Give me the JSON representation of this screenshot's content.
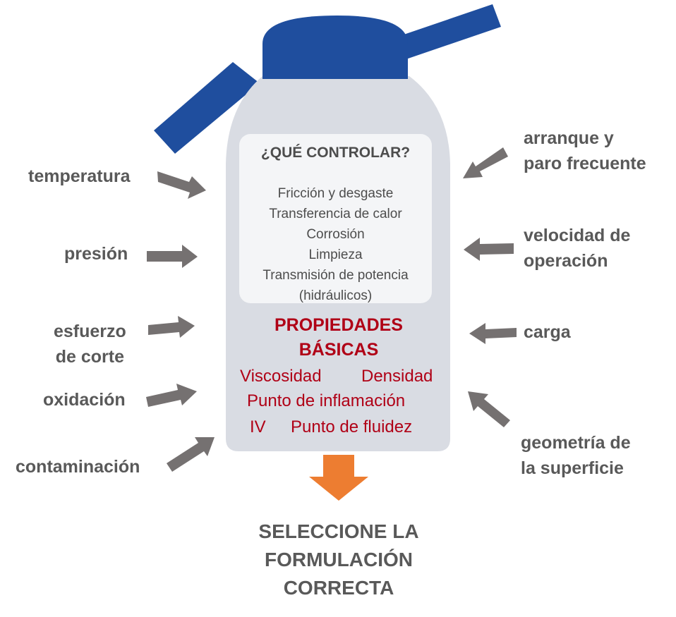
{
  "panel": {
    "title": "¿QUÉ CONTROLAR?",
    "items": [
      "Fricción y desgaste",
      "Transferencia de calor",
      "Corrosión",
      "Limpieza",
      "Transmisión de potencia",
      "(hidráulicos)"
    ]
  },
  "properties": {
    "title_line1": "PROPIEDADES",
    "title_line2": "BÁSICAS",
    "viscosity": "Viscosidad",
    "density": "Densidad",
    "flash_point": "Punto de inflamación",
    "vi": "IV",
    "pour_point": "Punto de fluidez"
  },
  "left_factors": {
    "temperature": "temperatura",
    "pressure": "presión",
    "shear_line1": "esfuerzo",
    "shear_line2": "de corte",
    "oxidation": "oxidación",
    "contamination": "contaminación"
  },
  "right_factors": {
    "startstop_line1": "arranque y",
    "startstop_line2": "paro frecuente",
    "speed_line1": "velocidad de",
    "speed_line2": "operación",
    "load": "carga",
    "geometry_line1": "geometría de",
    "geometry_line2": "la superficie"
  },
  "conclusion": {
    "line1": "SELECCIONE LA",
    "line2": "FORMULACIÓN",
    "line3": "CORRECTA"
  },
  "colors": {
    "bottle": "#d9dce3",
    "cap": "#1f4e9e",
    "panel": "#f4f5f7",
    "arrow_gray": "#757171",
    "arrow_orange": "#ed7d31",
    "property_red": "#b00016",
    "label_gray": "#595959"
  }
}
